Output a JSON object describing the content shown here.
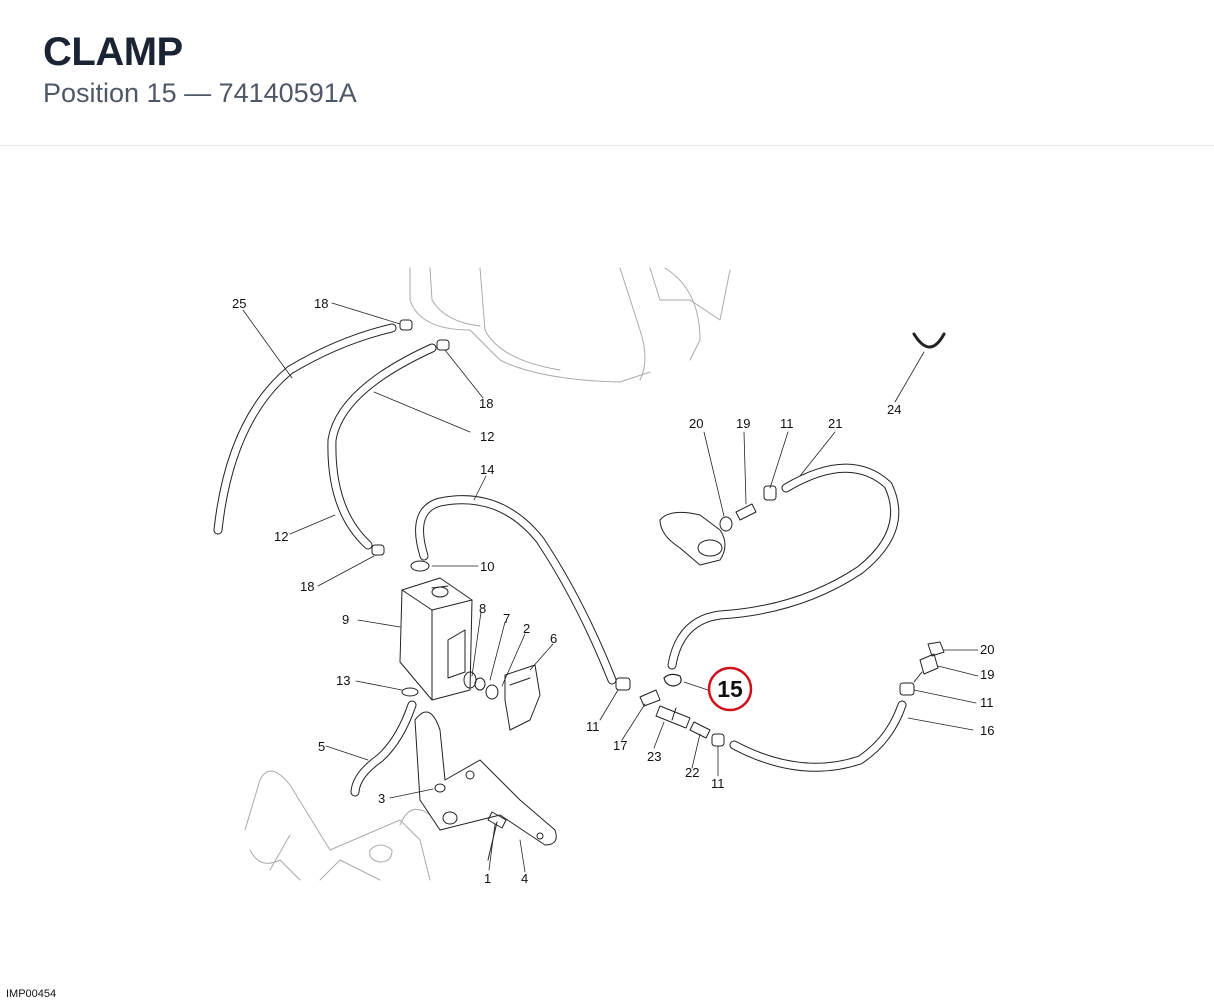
{
  "header": {
    "title": "CLAMP",
    "subtitle": "Position 15 — 74140591A"
  },
  "diagram": {
    "highlight": {
      "label": "15",
      "color": "#d0101b"
    },
    "callouts": [
      "25",
      "18",
      "18",
      "12",
      "12",
      "14",
      "18",
      "10",
      "9",
      "8",
      "7",
      "2",
      "6",
      "13",
      "5",
      "3",
      "1",
      "4",
      "11",
      "17",
      "23",
      "22",
      "11",
      "20",
      "19",
      "11",
      "21",
      "24",
      "20",
      "19",
      "11",
      "16"
    ]
  },
  "footer": {
    "code": "IMP00454"
  }
}
